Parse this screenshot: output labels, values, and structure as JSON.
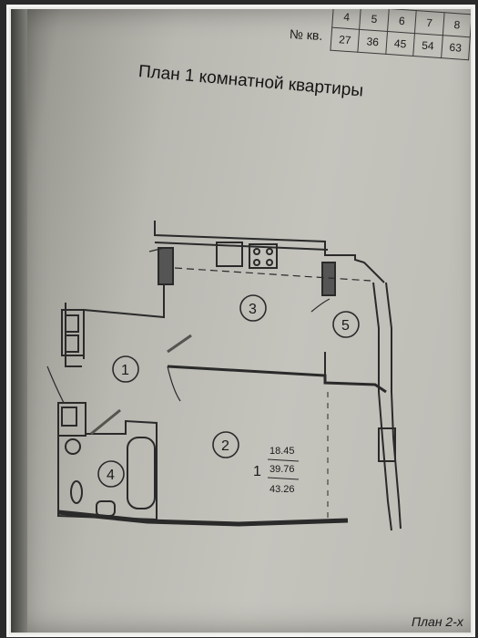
{
  "apartment_table": {
    "label": "№ кв.",
    "columns": [
      {
        "floor": "4",
        "apt": "27"
      },
      {
        "floor": "5",
        "apt": "36"
      },
      {
        "floor": "6",
        "apt": "45"
      },
      {
        "floor": "7",
        "apt": "54"
      },
      {
        "floor": "8",
        "apt": "63"
      }
    ]
  },
  "title": "План 1 комнатной квартиры",
  "rooms": [
    "1",
    "2",
    "3",
    "4",
    "5"
  ],
  "areas": {
    "count": "1",
    "living": "18.45",
    "total": "39.76",
    "total_with_balcony": "43.26"
  },
  "bottom_text": "План 2-х"
}
